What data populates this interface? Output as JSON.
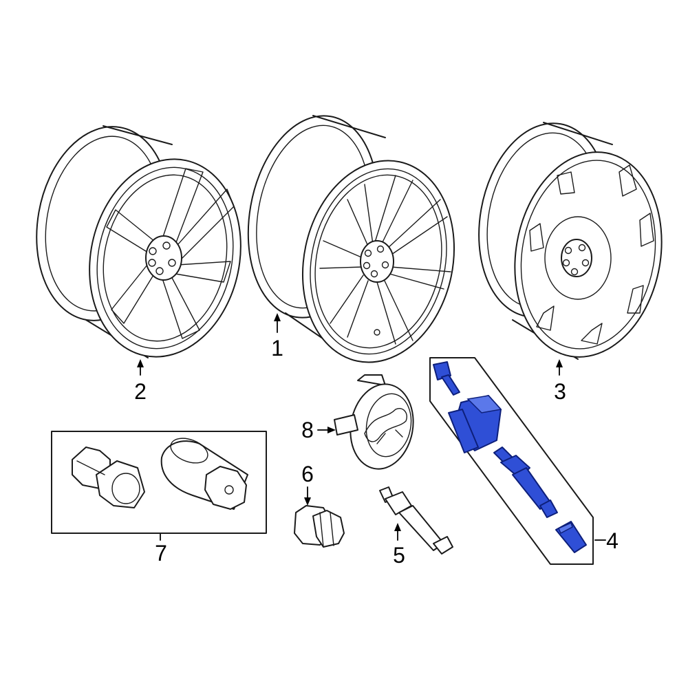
{
  "diagram": {
    "callouts": [
      {
        "id": "1",
        "label": "1"
      },
      {
        "id": "2",
        "label": "2"
      },
      {
        "id": "3",
        "label": "3"
      },
      {
        "id": "4",
        "label": "4"
      },
      {
        "id": "5",
        "label": "5"
      },
      {
        "id": "6",
        "label": "6"
      },
      {
        "id": "7",
        "label": "7"
      },
      {
        "id": "8",
        "label": "8"
      }
    ],
    "highlight_color": "#2f4fd6"
  }
}
